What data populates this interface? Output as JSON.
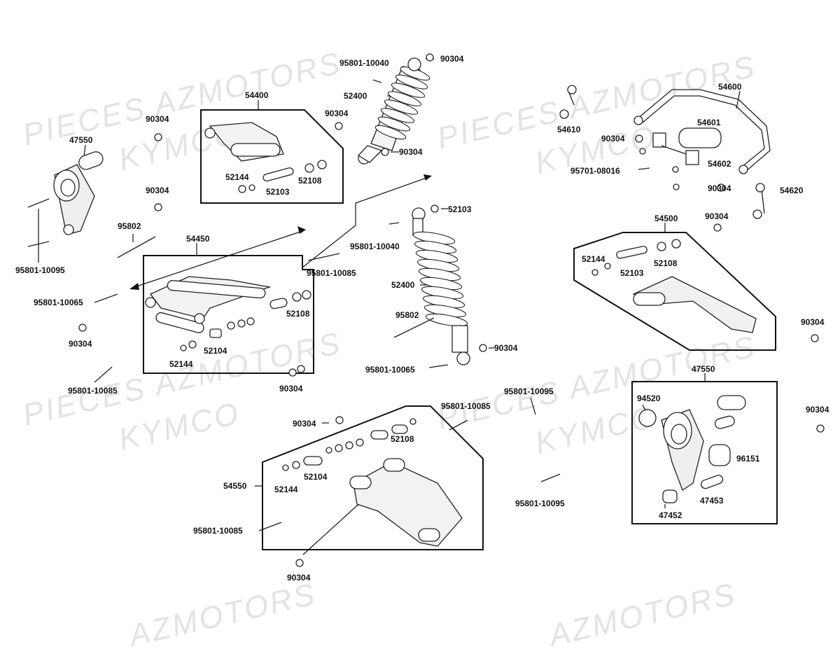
{
  "watermark": {
    "line1": "PIECES AZMOTORS",
    "line2": "KYMCO",
    "line3": "AZMOTORS"
  },
  "parts": {
    "p54400": "54400",
    "p90304_a": "90304",
    "p90304_b": "90304",
    "p90304_c": "90304",
    "p90304_d": "90304",
    "p90304_e": "90304",
    "p90304_f": "90304",
    "p90304_g": "90304",
    "p90304_h": "90304",
    "p90304_i": "90304",
    "p90304_j": "90304",
    "p90304_k": "90304",
    "p90304_l": "90304",
    "p90304_m": "90304",
    "p90304_n": "90304",
    "p90304_o": "90304",
    "p47550_a": "47550",
    "p47550_b": "47550",
    "p95801_10040_a": "95801-10040",
    "p95801_10040_b": "95801-10040",
    "p52400_a": "52400",
    "p52400_b": "52400",
    "p52144_a": "52144",
    "p52144_b": "52144",
    "p52144_c": "52144",
    "p52144_d": "52144",
    "p52103_a": "52103",
    "p52103_b": "52103",
    "p52103_c": "52103",
    "p52108_a": "52108",
    "p52108_b": "52108",
    "p52108_c": "52108",
    "p52108_d": "52108",
    "p95802_a": "95802",
    "p95802_b": "95802",
    "p54450": "54450",
    "p95801_10085_a": "95801-10085",
    "p95801_10085_b": "95801-10085",
    "p95801_10085_c": "95801-10085",
    "p95801_10085_d": "95801-10085",
    "p95801_10065_a": "95801-10065",
    "p95801_10065_b": "95801-10065",
    "p95801_10095_a": "95801-10095",
    "p95801_10095_b": "95801-10095",
    "p95801_10095_c": "95801-10095",
    "p52104_a": "52104",
    "p52104_b": "52104",
    "p54600": "54600",
    "p54601": "54601",
    "p54602": "54602",
    "p54610": "54610",
    "p54620": "54620",
    "p95701_08016": "95701-08016",
    "p54500": "54500",
    "p94520": "94520",
    "p96151": "96151",
    "p47453": "47453",
    "p47452": "47452",
    "p54550": "54550"
  }
}
